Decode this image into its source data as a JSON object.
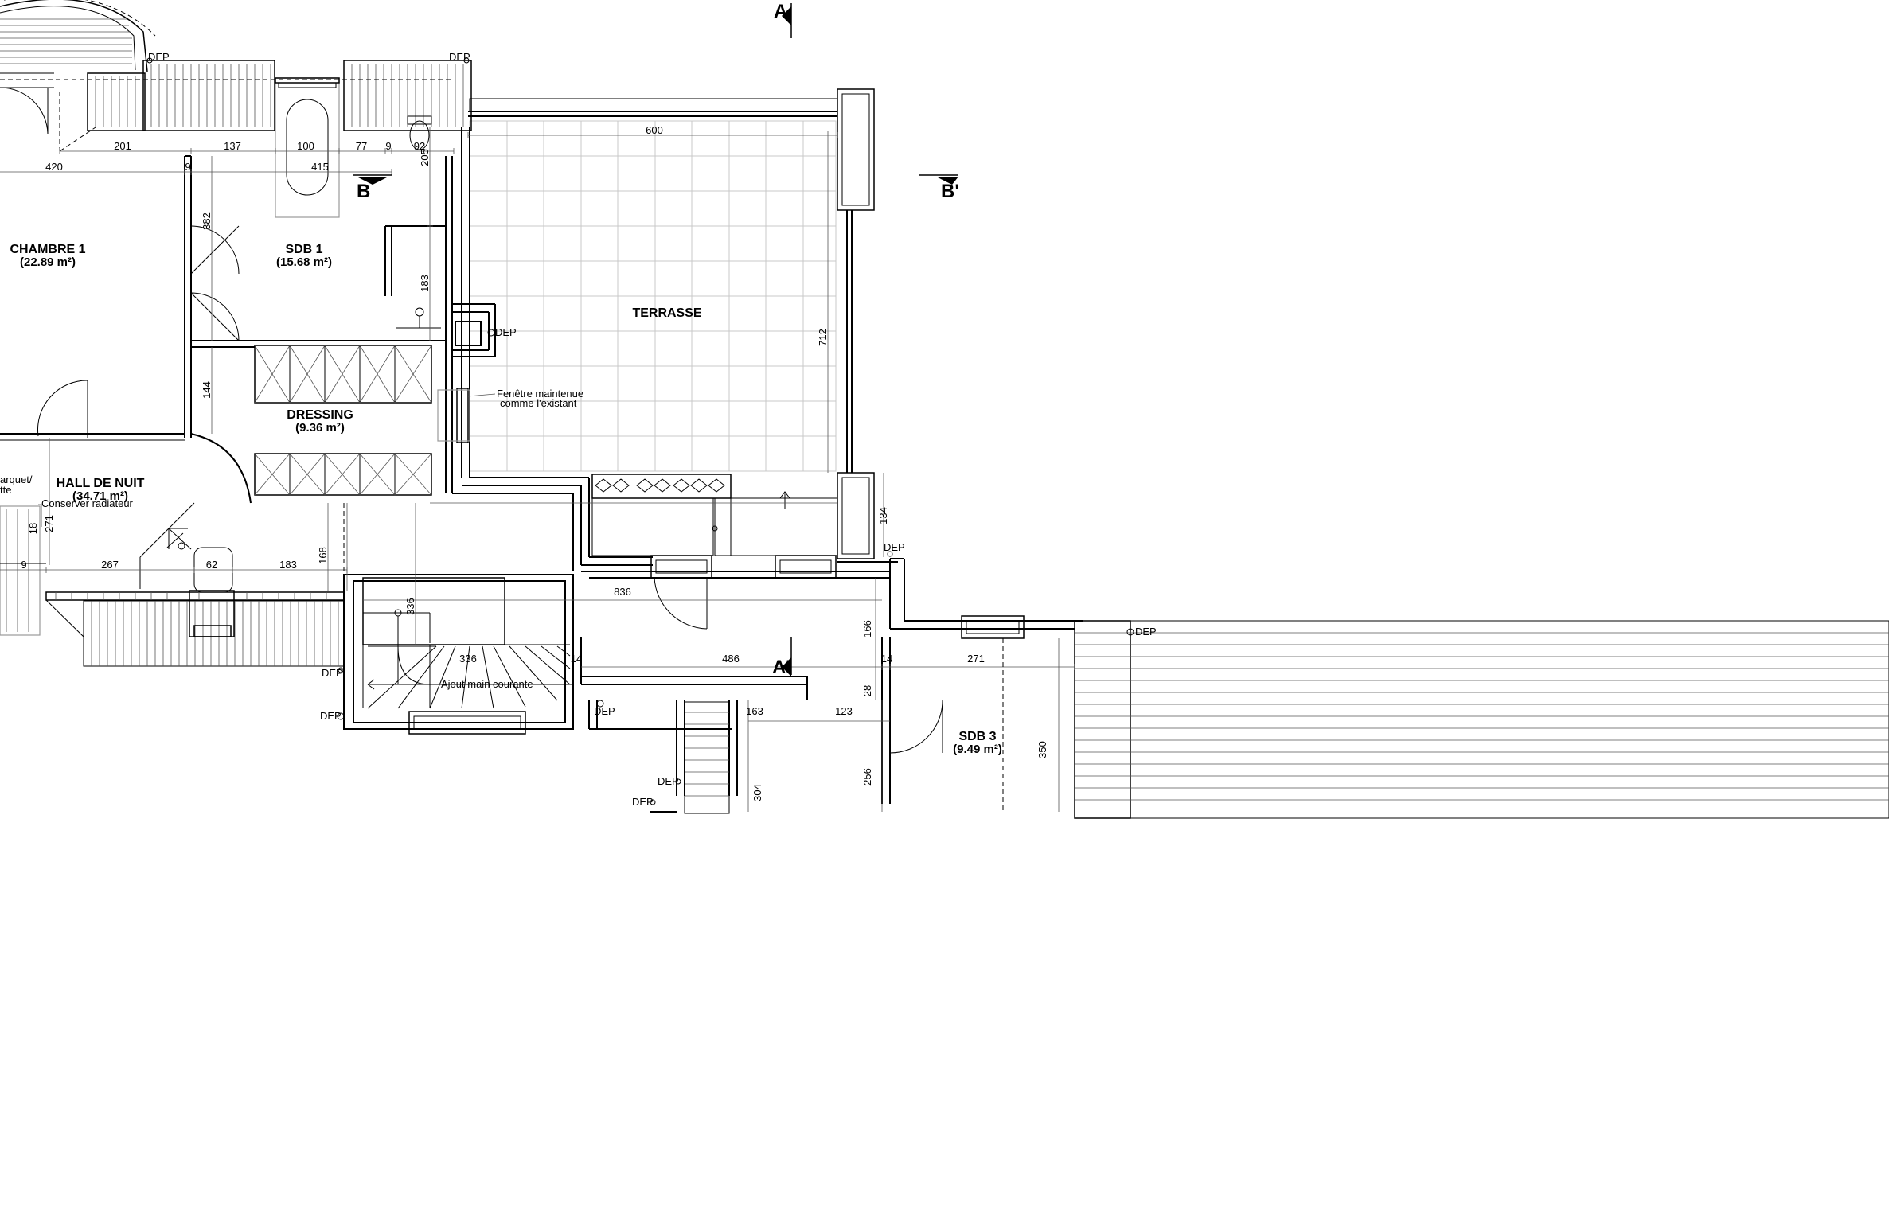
{
  "rooms": {
    "chambre1": {
      "name": "CHAMBRE 1",
      "area": "(22.89 m²)"
    },
    "sdb1": {
      "name": "SDB 1",
      "area": "(15.68 m²)"
    },
    "dressing": {
      "name": "DRESSING",
      "area": "(9.36 m²)"
    },
    "terrasse": {
      "name": "TERRASSE"
    },
    "hall": {
      "name": "HALL DE NUIT",
      "area": "(34.71 m²)"
    },
    "sdb3": {
      "name": "SDB 3",
      "area": "(9.49 m²)"
    }
  },
  "notes": {
    "fenetre_line1": "Fenêtre maintenue",
    "fenetre_line2": "comme l'existant",
    "radiateur": "Conserver radiateur",
    "main_courante": "Ajout main courante",
    "parquet_1": "arquet/",
    "parquet_2": "tte"
  },
  "sections": {
    "a": "A",
    "a_prime": "A'",
    "b": "B",
    "b_prime": "B'"
  },
  "dep_label": "DEP",
  "dimensions": {
    "d201": "201",
    "d137": "137",
    "d100": "100",
    "d77": "77",
    "d9a": "9",
    "d92": "92",
    "d420": "420",
    "d9b": "9",
    "d415": "415",
    "d600": "600",
    "d205": "205",
    "d382": "382",
    "d183a": "183",
    "d712": "712",
    "d144": "144",
    "d271a": "271",
    "d18": "18",
    "d267": "267",
    "d62": "62",
    "d183b": "183",
    "d168": "168",
    "d9c": "9",
    "d336a": "336",
    "d336b": "336",
    "d836": "836",
    "d134": "134",
    "d166": "166",
    "d14a": "14",
    "d486": "486",
    "d14b": "14",
    "d271b": "271",
    "d28": "28",
    "d163": "163",
    "d123": "123",
    "d256": "256",
    "d304": "304",
    "d350": "350"
  }
}
